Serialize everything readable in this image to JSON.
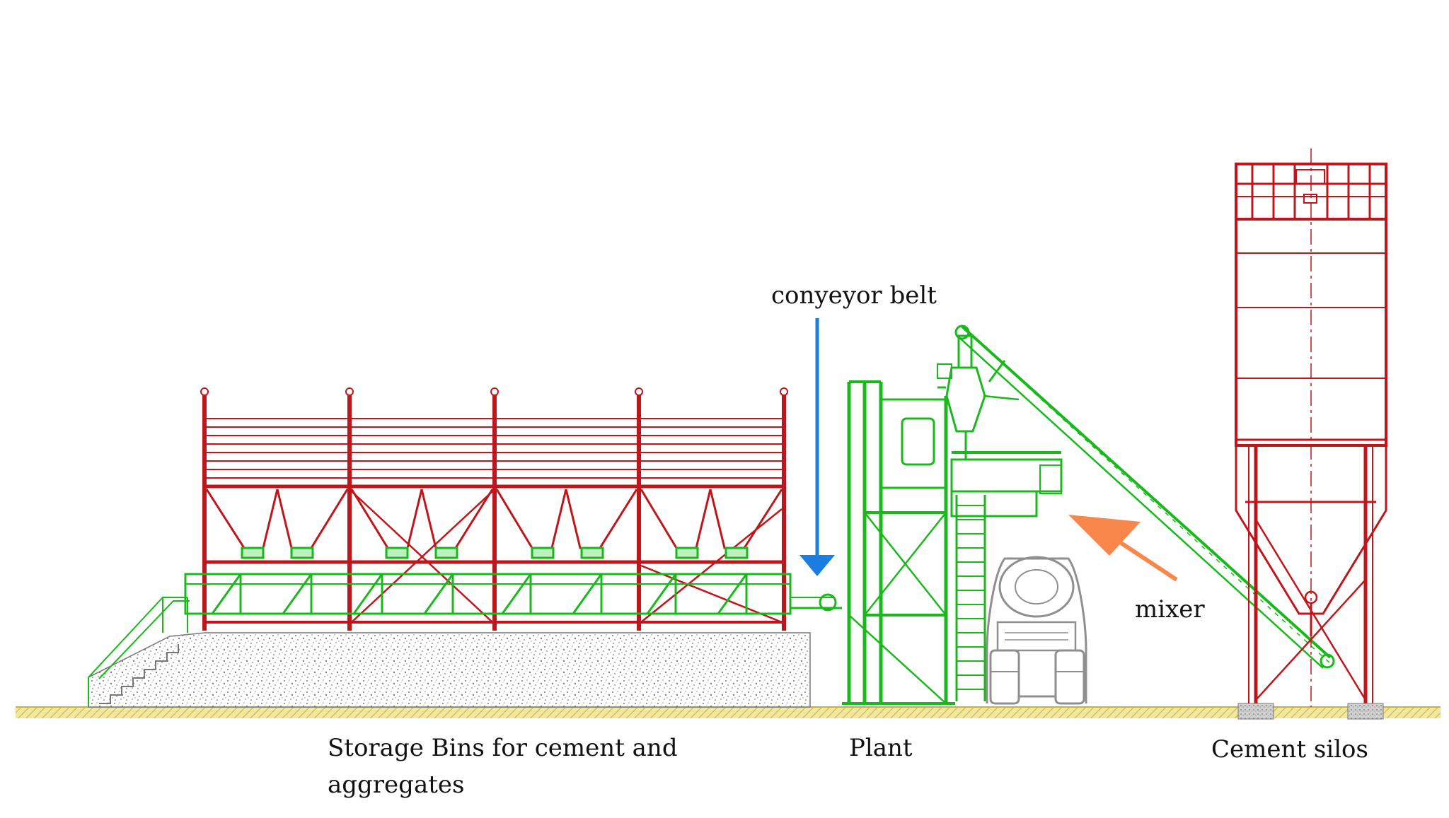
{
  "labels": {
    "conveyor": "conyeyor belt",
    "mixer": "mixer",
    "storage_line1": "Storage Bins for cement and",
    "storage_line2": "aggregates",
    "plant": "Plant",
    "silos": "Cement silos"
  },
  "colors": {
    "steel_red": "#c0161b",
    "steel_green": "#19b81d",
    "truck_gray": "#8f8f8f",
    "ground": "#d8c24a",
    "arrow_blue": "#1a7fe0",
    "arrow_orange": "#f7874b",
    "gravel": "#9a9a9a"
  },
  "icons": {
    "conveyor_arrow": "arrow-down-icon",
    "mixer_arrow": "arrow-up-left-icon"
  }
}
